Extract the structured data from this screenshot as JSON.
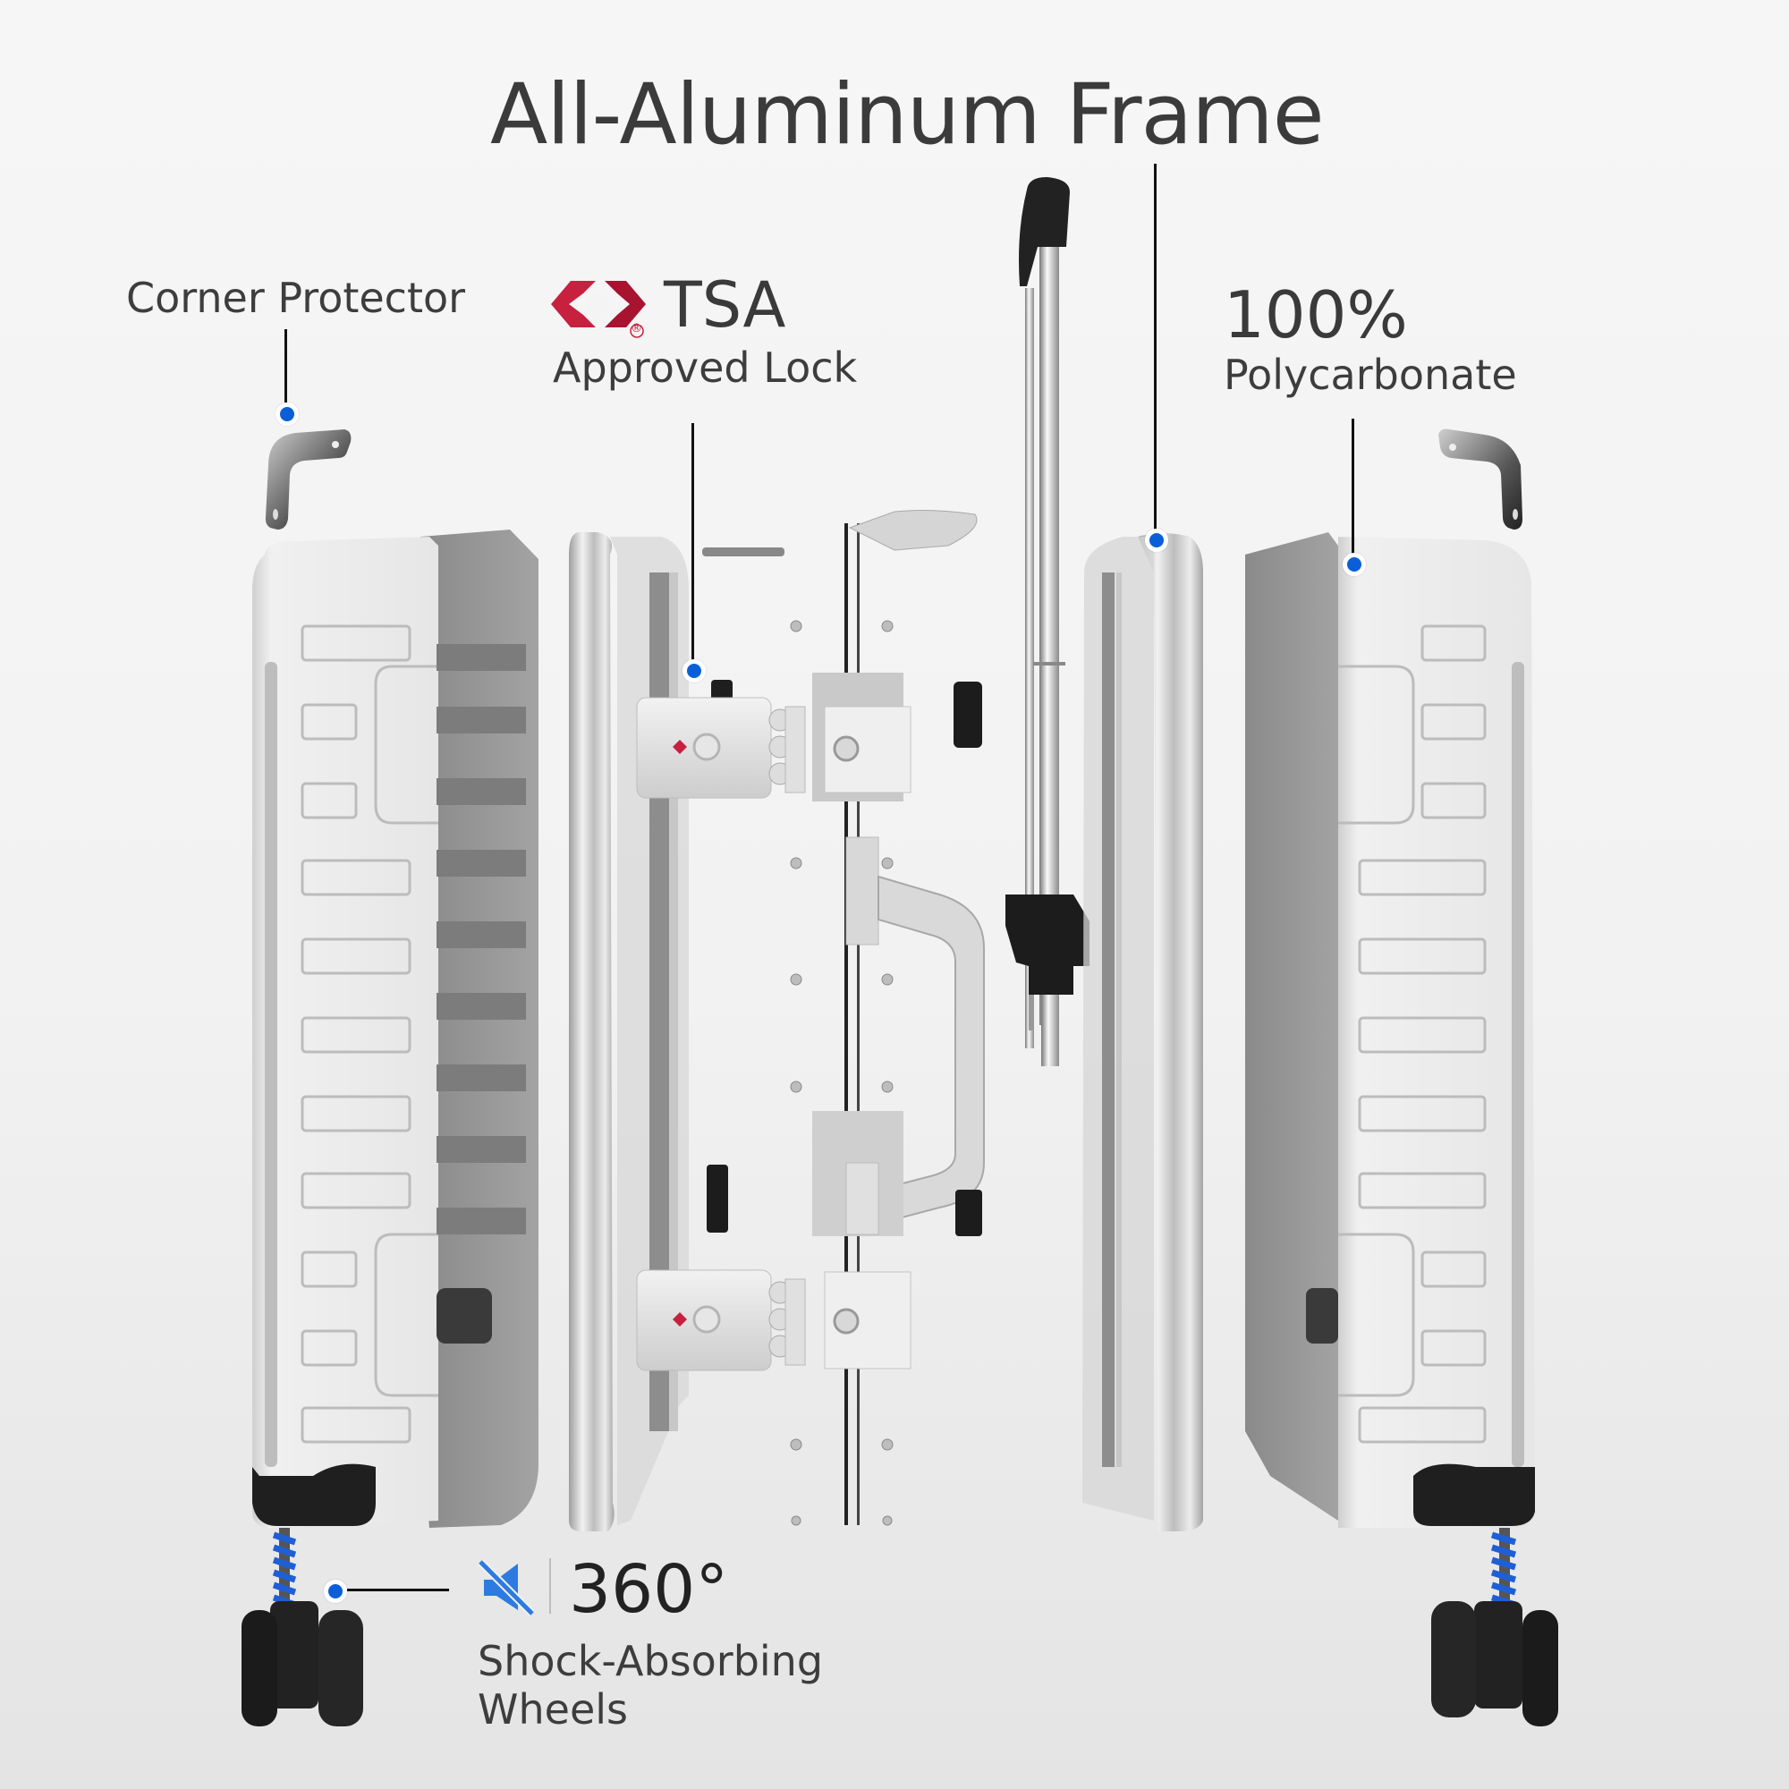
{
  "title": "All-Aluminum Frame",
  "callouts": {
    "corner_protector": {
      "label": "Corner Protector"
    },
    "tsa": {
      "badge": "TSA",
      "label": "Approved Lock",
      "registered_mark": "®",
      "logo_color": "#c8203f"
    },
    "polycarbonate": {
      "value": "100%",
      "label": "Polycarbonate"
    },
    "wheels": {
      "value": "360°",
      "label_line1": "Shock-Absorbing",
      "label_line2": "Wheels",
      "icon": "mute-speaker-icon",
      "icon_color": "#2d7be0"
    }
  },
  "colors": {
    "callout_dot": "#0a5fd8",
    "callout_line": "#111111",
    "spring_blue": "#1f5fd6",
    "text": "#3b3b3b",
    "background": "#f3f3f3"
  },
  "parts": [
    "left-corner-protector",
    "left-shell",
    "left-aluminum-frame",
    "tsa-lock-top",
    "tsa-lock-bottom",
    "side-handle",
    "telescoping-trolley-handle",
    "right-aluminum-frame",
    "right-shell",
    "right-corner-protector",
    "left-spinner-wheel",
    "right-spinner-wheel"
  ]
}
